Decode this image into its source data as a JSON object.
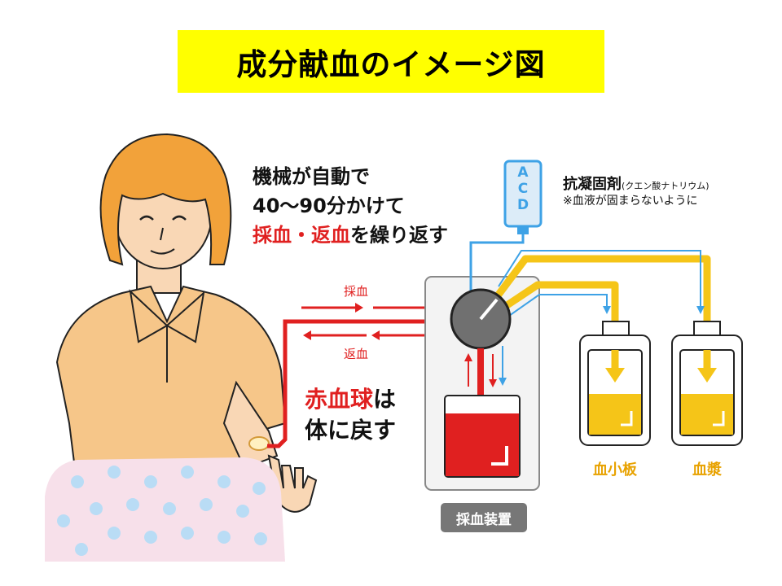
{
  "title": "成分献血のイメージ図",
  "description": {
    "line1": "機械が自動で",
    "line2": "40～90分かけて",
    "line3_red": "採血・返血",
    "line3_rest": "を繰り返す"
  },
  "arrows": {
    "collect_label": "採血",
    "return_label": "返血"
  },
  "rbc_note": {
    "line1_red": "赤血球",
    "line1_rest": "は",
    "line2": "体に戻す"
  },
  "anticoagulant": {
    "label": "抗凝固剤",
    "sub": "(クエン酸ナトリウム)",
    "note": "※血液が固まらないように",
    "bag_letters": [
      "A",
      "C",
      "D"
    ]
  },
  "bags": {
    "platelet_label": "血小板",
    "plasma_label": "血漿"
  },
  "device_label": "採血装置",
  "colors": {
    "title_bg": "#ffff00",
    "blood_red": "#e02020",
    "yellow": "#f5c518",
    "blue": "#3ea2e6",
    "skin": "#f9d7b5",
    "hair": "#f2a23a",
    "shirt": "#f6c689",
    "blanket": "#f7e0ea",
    "dots": "#b9dcf5"
  }
}
